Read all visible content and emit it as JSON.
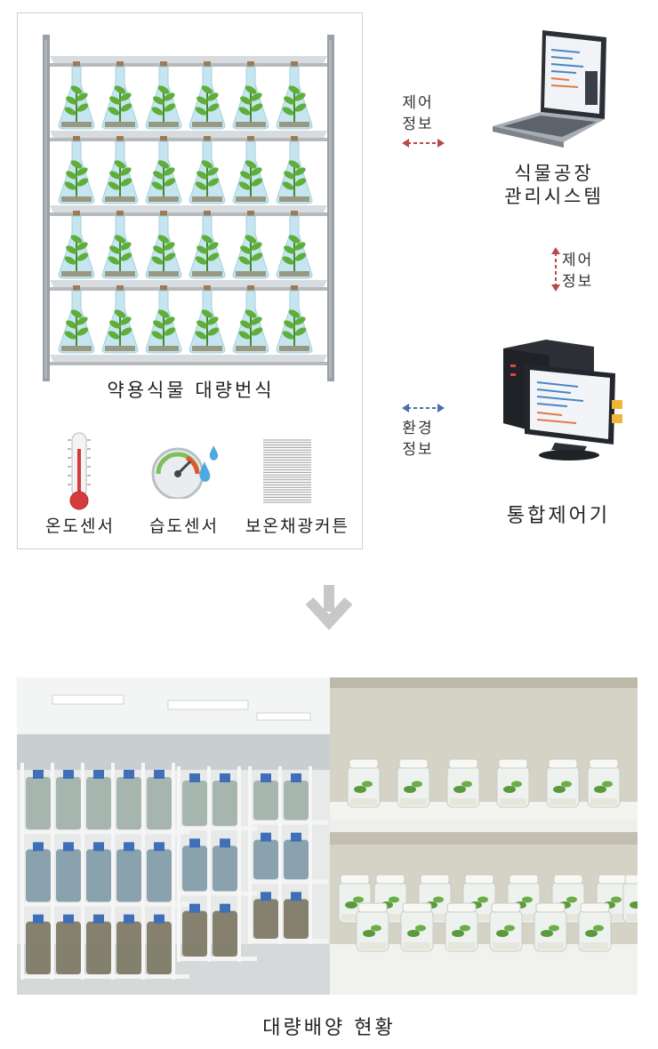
{
  "panel": {
    "rack_title": "약용식물 대량번식",
    "sensors": [
      {
        "label": "온도센서",
        "icon": "thermometer-icon"
      },
      {
        "label": "습도센서",
        "icon": "humidity-gauge-icon"
      },
      {
        "label": "보온채광커튼",
        "icon": "curtain-icon"
      }
    ]
  },
  "links": {
    "top_info": "제어\n정보",
    "side_info": "제어\n정보",
    "env_info": "환경\n정보"
  },
  "nodes": {
    "management_system": "식물공장\n관리시스템",
    "integrated_controller": "통합제어기"
  },
  "photos": {
    "left": "large-scale-culture-room-photo",
    "right": "culture-jar-shelves-photo"
  },
  "caption": "대량배양 현황",
  "colors": {
    "control_arrow": "#b84a4a",
    "env_arrow": "#4a6fa8",
    "down_arrow": "#c8c8c8",
    "flask": "#bfe4ef",
    "plant": "#5fae3a"
  }
}
